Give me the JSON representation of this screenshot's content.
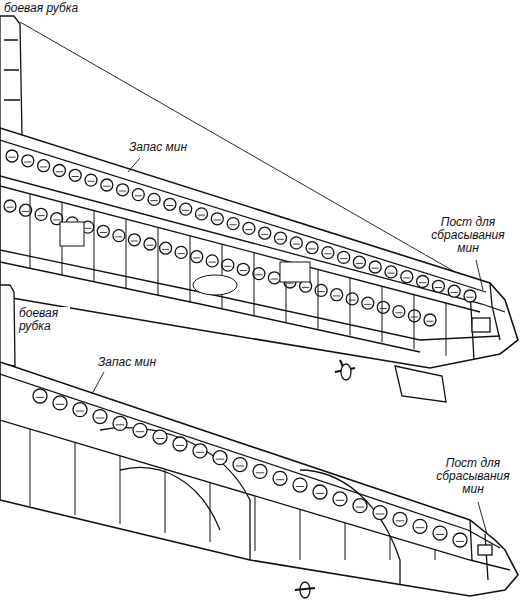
{
  "diagram": {
    "labels": [
      "боевая рубка",
      "Запас мин",
      "Пост для сбрасывания мин",
      "боевая рубка",
      "Запас мин",
      "Пост для сбрасывания мин"
    ]
  }
}
